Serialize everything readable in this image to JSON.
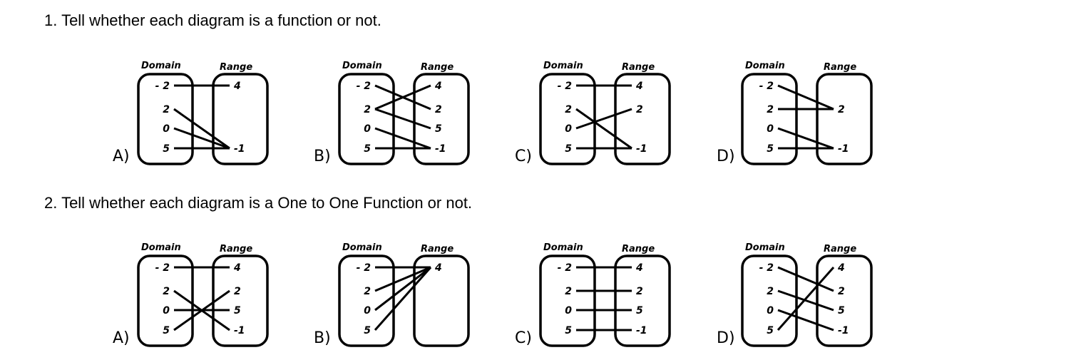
{
  "questions": [
    {
      "title": "1.  Tell whether each diagram is a function or not.",
      "diagrams": [
        {
          "label": "A)",
          "domain_heading": "Domain",
          "range_heading": "Range",
          "domain": [
            "- 2",
            "2",
            "0",
            "5"
          ],
          "range": [
            "4",
            "",
            "",
            "-1"
          ],
          "edges": [
            [
              "- 2",
              "4"
            ],
            [
              "2",
              "-1"
            ],
            [
              "0",
              "-1"
            ],
            [
              "5",
              "-1"
            ]
          ]
        },
        {
          "label": "B)",
          "domain_heading": "Domain",
          "range_heading": "Range",
          "domain": [
            "- 2",
            "2",
            "0",
            "5"
          ],
          "range": [
            "4",
            "2",
            "5",
            "-1"
          ],
          "edges": [
            [
              "- 2",
              "2"
            ],
            [
              "2",
              "4"
            ],
            [
              "2",
              "5"
            ],
            [
              "0",
              "-1"
            ],
            [
              "5",
              "-1"
            ]
          ]
        },
        {
          "label": "C)",
          "domain_heading": "Domain",
          "range_heading": "Range",
          "domain": [
            "- 2",
            "2",
            "0",
            "5"
          ],
          "range": [
            "4",
            "2",
            "",
            "-1"
          ],
          "edges": [
            [
              "- 2",
              "4"
            ],
            [
              "2",
              "-1"
            ],
            [
              "0",
              "2"
            ],
            [
              "5",
              "-1"
            ]
          ]
        },
        {
          "label": "D)",
          "domain_heading": "Domain",
          "range_heading": "Range",
          "domain": [
            "- 2",
            "2",
            "0",
            "5"
          ],
          "range": [
            "",
            "2",
            "",
            "-1"
          ],
          "edges": [
            [
              "- 2",
              "2"
            ],
            [
              "2",
              "2"
            ],
            [
              "0",
              "-1"
            ],
            [
              "5",
              "-1"
            ]
          ]
        }
      ]
    },
    {
      "title": "2.   Tell whether each diagram is a One to One Function or not.",
      "diagrams": [
        {
          "label": "A)",
          "domain_heading": "Domain",
          "range_heading": "Range",
          "domain": [
            "- 2",
            "2",
            "0",
            "5"
          ],
          "range": [
            "4",
            "2",
            "5",
            "-1"
          ],
          "edges": [
            [
              "- 2",
              "4"
            ],
            [
              "2",
              "-1"
            ],
            [
              "0",
              "5"
            ],
            [
              "5",
              "2"
            ]
          ]
        },
        {
          "label": "B)",
          "domain_heading": "Domain",
          "range_heading": "Range",
          "domain": [
            "- 2",
            "2",
            "0",
            "5"
          ],
          "range": [
            "4",
            "",
            "",
            ""
          ],
          "edges": [
            [
              "- 2",
              "4"
            ],
            [
              "2",
              "4"
            ],
            [
              "0",
              "4"
            ],
            [
              "5",
              "4"
            ]
          ]
        },
        {
          "label": "C)",
          "domain_heading": "Domain",
          "range_heading": "Range",
          "domain": [
            "- 2",
            "2",
            "0",
            "5"
          ],
          "range": [
            "4",
            "2",
            "5",
            "-1"
          ],
          "edges": [
            [
              "- 2",
              "4"
            ],
            [
              "2",
              "2"
            ],
            [
              "0",
              "5"
            ],
            [
              "5",
              "-1"
            ]
          ]
        },
        {
          "label": "D)",
          "domain_heading": "Domain",
          "range_heading": "Range",
          "domain": [
            "- 2",
            "2",
            "0",
            "5"
          ],
          "range": [
            "4",
            "2",
            "5",
            "-1"
          ],
          "edges": [
            [
              "- 2",
              "2"
            ],
            [
              "2",
              "5"
            ],
            [
              "0",
              "-1"
            ],
            [
              "5",
              "4"
            ]
          ]
        }
      ]
    }
  ]
}
